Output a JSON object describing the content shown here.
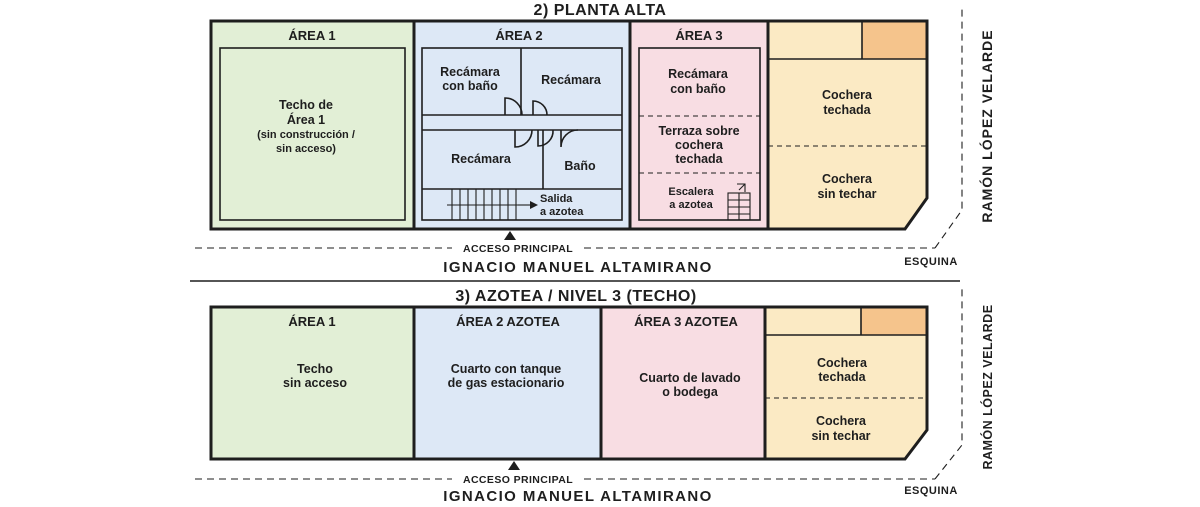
{
  "colors": {
    "area1": "#e2efd6",
    "area2": "#dde8f6",
    "area3": "#f8dde3",
    "garage": "#fbeac4",
    "garage_small": "#f5c48c",
    "line": "#1e1e1e"
  },
  "planta_alta": {
    "title": "2) PLANTA ALTA",
    "area1": {
      "label": "ÁREA 1",
      "lines": [
        "Techo de",
        "Área 1",
        "(sin construcción /",
        "sin acceso)"
      ]
    },
    "area2": {
      "label": "ÁREA 2",
      "recamara_bano": [
        "Recámara",
        "con baño"
      ],
      "recamara_tr": "Recámara",
      "recamara_bl": "Recámara",
      "bano": "Baño",
      "salida": [
        "Salida",
        "a azotea"
      ]
    },
    "area3": {
      "label": "ÁREA 3",
      "recamara_bano": [
        "Recámara",
        "con baño"
      ],
      "terraza": [
        "Terraza sobre",
        "cochera",
        "techada"
      ],
      "escalera": [
        "Escalera",
        "a azotea"
      ]
    },
    "cochera_techada": [
      "Cochera",
      "techada"
    ],
    "cochera_sin": [
      "Cochera",
      "sin techar"
    ],
    "acceso": "ACCESO PRINCIPAL",
    "street": "IGNACIO MANUEL ALTAMIRANO",
    "esquina": "ESQUINA",
    "side_street": "RAMÓN LÓPEZ VELARDE"
  },
  "azotea": {
    "title": "3) AZOTEA / NIVEL 3 (TECHO)",
    "area1": {
      "label": "ÁREA 1",
      "lines": [
        "Techo",
        "sin acceso"
      ]
    },
    "area2": {
      "label": "ÁREA 2  AZOTEA",
      "lines": [
        "Cuarto con tanque",
        "de gas estacionario"
      ]
    },
    "area3": {
      "label": "ÁREA 3 AZOTEA",
      "lines": [
        "Cuarto de lavado",
        "o bodega"
      ]
    },
    "cochera_techada": [
      "Cochera",
      "techada"
    ],
    "cochera_sin": [
      "Cochera",
      "sin techar"
    ],
    "acceso": "ACCESO PRINCIPAL",
    "street": "IGNACIO MANUEL ALTAMIRANO",
    "esquina": "ESQUINA",
    "side_street": "RAMÓN LÓPEZ VELARDE"
  }
}
